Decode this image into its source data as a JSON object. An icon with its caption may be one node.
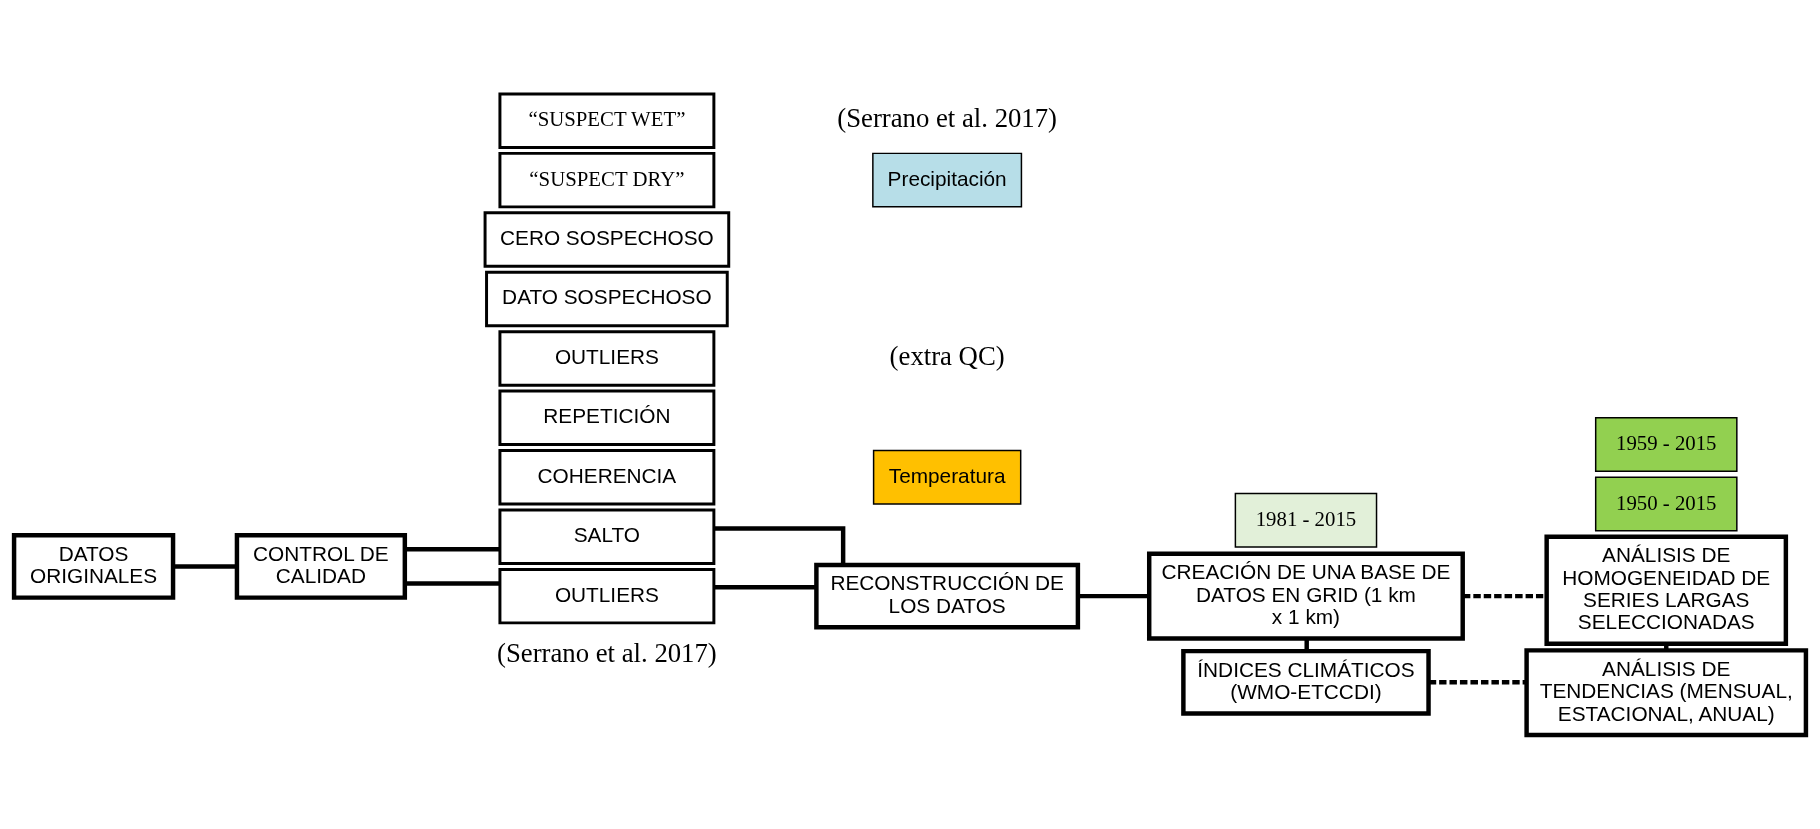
{
  "diagram": {
    "nodes": [
      {
        "text": [
          "DATOS ORIGINALES"
        ]
      },
      {
        "text": [
          "CONTROL DE CALIDAD"
        ]
      },
      {
        "text": [
          "COHERENCIA"
        ]
      },
      {
        "text": [
          "REPETICIÓN"
        ]
      },
      {
        "text": [
          "SALTO"
        ]
      },
      {
        "text": [
          "OUTLIERS"
        ]
      },
      {
        "text": [
          "Temperatura"
        ]
      },
      {
        "text": [
          "DATO SOSPECHOSO"
        ]
      },
      {
        "text": [
          "CERO SOSPECHOSO"
        ]
      },
      {
        "text": [
          "OUTLIERS"
        ]
      },
      {
        "text": [
          "“SUSPECT DRY”"
        ]
      },
      {
        "text": [
          "“SUSPECT WET”"
        ]
      },
      {
        "text": [
          "Precipitación"
        ]
      },
      {
        "text": [
          "RECONSTRUCCIÓN DE LOS DATOS"
        ]
      },
      {
        "text": [
          "1981 - 2015"
        ]
      },
      {
        "text": [
          "CREACIÓN DE UNA BASE DE DATOS EN GRID (1 km x 1 km)"
        ]
      },
      {
        "text": [
          "ÍNDICES CLIMÁTICOS (WMO-ETCCDI)"
        ]
      },
      {
        "text": [
          "ANÁLISIS DE HOMOGENEIDAD DE SERIES LARGAS SELECCIONADAS"
        ]
      },
      {
        "text": [
          "ANÁLISIS DE TENDENCIAS (MENSUAL, ESTACIONAL, ANUAL)"
        ]
      },
      {
        "text": [
          "1950 - 2015"
        ]
      },
      {
        "text": [
          "1959 - 2015"
        ]
      }
    ],
    "edges": [
      {
        "from": 0,
        "to": 1,
        "arrow": "none"
      },
      {
        "from": 1,
        "to": 4,
        "arrow": "none"
      },
      {
        "from": 1,
        "to": 9,
        "arrow": "none"
      },
      {
        "from": 4,
        "to": 13,
        "arrow": "none"
      },
      {
        "from": 9,
        "to": 13,
        "arrow": "none"
      },
      {
        "from": 13,
        "to": 15,
        "arrow": "none"
      },
      {
        "from": 15,
        "to": 16,
        "arrow": "none"
      },
      {
        "from": 15,
        "to": 17,
        "arrow": "none",
        "style": "dashed"
      },
      {
        "from": 16,
        "to": 18,
        "arrow": "none",
        "style": "dashed"
      },
      {
        "from": 17,
        "to": 18,
        "arrow": "none"
      }
    ],
    "labels": [
      "(Serrano et al. 2017)",
      "(extra QC)",
      "(Serrano et al. 2017)"
    ]
  }
}
